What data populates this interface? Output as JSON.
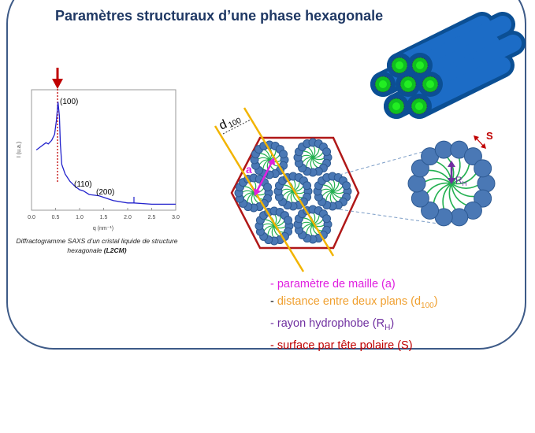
{
  "title": "Paramètres structuraux d’une phase hexagonale",
  "plot": {
    "ylabel": "I (u.a.)",
    "xlabel": "q (nm⁻¹)",
    "xticks": [
      "0.0",
      "0.5",
      "1.0",
      "1.5",
      "2.0",
      "2.5",
      "3.0"
    ],
    "xlim": [
      0,
      3
    ],
    "peaks": [
      {
        "label": "(100)",
        "q": 0.55
      },
      {
        "label": "(110)",
        "q": 1.05
      },
      {
        "label": "(200)",
        "q": 1.45
      }
    ],
    "curve": [
      [
        0.1,
        0.5
      ],
      [
        0.2,
        0.53
      ],
      [
        0.3,
        0.56
      ],
      [
        0.35,
        0.55
      ],
      [
        0.42,
        0.58
      ],
      [
        0.48,
        0.63
      ],
      [
        0.52,
        0.75
      ],
      [
        0.55,
        0.9
      ],
      [
        0.58,
        0.78
      ],
      [
        0.6,
        0.55
      ],
      [
        0.63,
        0.38
      ],
      [
        0.7,
        0.3
      ],
      [
        0.8,
        0.24
      ],
      [
        0.9,
        0.2
      ],
      [
        1.0,
        0.17
      ],
      [
        1.08,
        0.16
      ],
      [
        1.2,
        0.13
      ],
      [
        1.4,
        0.12
      ],
      [
        1.48,
        0.11
      ],
      [
        1.7,
        0.08
      ],
      [
        2.0,
        0.06
      ],
      [
        2.13,
        0.06
      ],
      [
        2.5,
        0.05
      ],
      [
        3.0,
        0.05
      ]
    ],
    "line_color": "#2222cc",
    "marker_color": "#c00000"
  },
  "caption": {
    "line1": "Diffractogramme SAXS  d’un cristal liquide de structure",
    "line2": "hexagonale  ",
    "ref": "(L2CM)"
  },
  "diagram": {
    "d_label": "d",
    "d_sub": "100",
    "a_label": "a",
    "rh_label": "R",
    "rh_sub": "H",
    "s_label": "S"
  },
  "legend": [
    {
      "dash": "- ",
      "text": "paramètre de maille (a)",
      "color": "#e020e0"
    },
    {
      "dash": "- ",
      "text": "distance entre deux plans (d",
      "sub": "100",
      "end": ")",
      "color": "#f0a030"
    },
    {
      "dash": "- ",
      "text": "rayon hydrophobe (R",
      "sub": "H",
      "end": ")",
      "color": "#7030a0"
    },
    {
      "dash": "- ",
      "text": "surface par tête polaire (S)",
      "color": "#c00000"
    }
  ]
}
